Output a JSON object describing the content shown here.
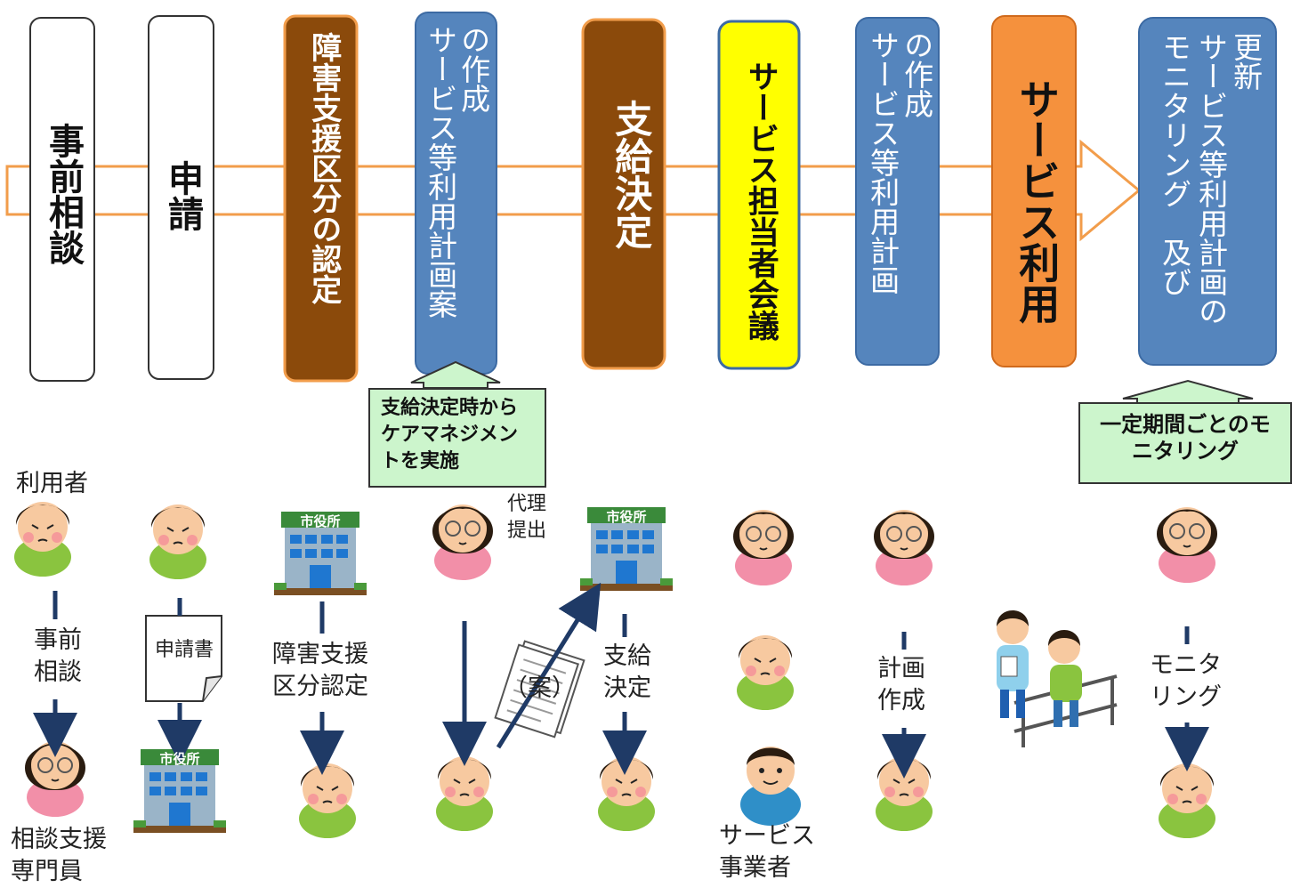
{
  "steps": [
    {
      "label": "事前相談"
    },
    {
      "label": "申請"
    },
    {
      "label": "障害支援区分の認定"
    },
    {
      "label": "サービス等利用計画案",
      "sub": "の作成"
    },
    {
      "label": "支給決定"
    },
    {
      "label": "サービス担当者会議"
    },
    {
      "label": "サービス等利用計画",
      "sub": "の作成"
    },
    {
      "label": "サービス利用"
    },
    {
      "label": "モニタリング　及び",
      "label2": "サービス等利用計画の",
      "sub": "更新"
    }
  ],
  "callouts": {
    "care_management": "支給決定時からケアマネジメントを実施",
    "monitoring": "一定期間ごとのモニタリング"
  },
  "labels": {
    "user": "利用者",
    "proxy": "代理\n提出",
    "consult": "事前\n相談",
    "application_doc": "申請書",
    "certification": "障害支援\n区分認定",
    "draft": "（案）",
    "decision": "支給\n決定",
    "plan": "計画\n作成",
    "monitoring": "モニタ\nリング",
    "specialist": "相談支援\n専門員",
    "provider": "サービス\n事業者",
    "city_hall": "市役所"
  },
  "colors": {
    "brown": "#8b4a0b",
    "blue": "#5585bd",
    "yellow": "#ffff00",
    "orange": "#f5913d",
    "arrow": "#f29d4b",
    "callout_bg": "#ccf5cc",
    "dark_arrow": "#1f3a66"
  },
  "icons": [
    "person-icon",
    "building-icon",
    "document-icon",
    "arrow-down-icon"
  ]
}
